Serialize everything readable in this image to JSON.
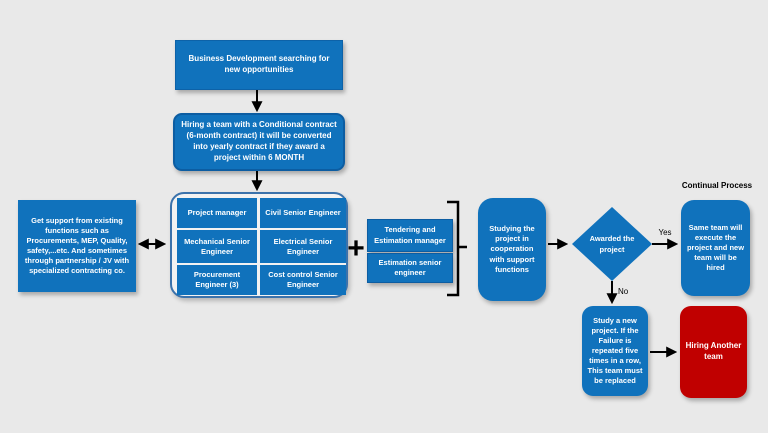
{
  "colors": {
    "node_blue": "#1072bc",
    "node_red": "#c00000",
    "background": "#e9e9e9",
    "border_blue": "#0c5da2",
    "connector_black": "#000000"
  },
  "flow": {
    "box_business": "Business Development searching for new opportunities",
    "box_hiring": "Hiring a team with a Conditional contract (6-month contract) it will be converted into yearly contract if they award a project within 6 MONTH",
    "box_support": "Get support from existing functions such as Procurements, MEP, Quality, safety,...etc. And sometimes through partnership / JV with specialized contracting co.",
    "team_members": [
      "Project manager",
      "Civil Senior Engineer",
      "Mechanical Senior Engineer",
      "Electrical Senior Engineer",
      "Procurement Engineer (3)",
      "Cost control Senior Engineer"
    ],
    "plus_sign": "+",
    "box_tendering_manager": "Tendering and Estimation manager",
    "box_estimation_engineer": "Estimation senior engineer",
    "box_studying": "Studying the project in cooperation with support functions",
    "diamond_awarded": "Awarded the project",
    "label_yes": "Yes",
    "label_no": "No",
    "label_continual": "Continual Process",
    "box_same_team": "Same team will execute the project and new team will be hired",
    "box_study_new": "Study a new project. If the Failure is repeated five times in a row, This team must be replaced",
    "box_hiring_another": "Hiring Another team"
  }
}
